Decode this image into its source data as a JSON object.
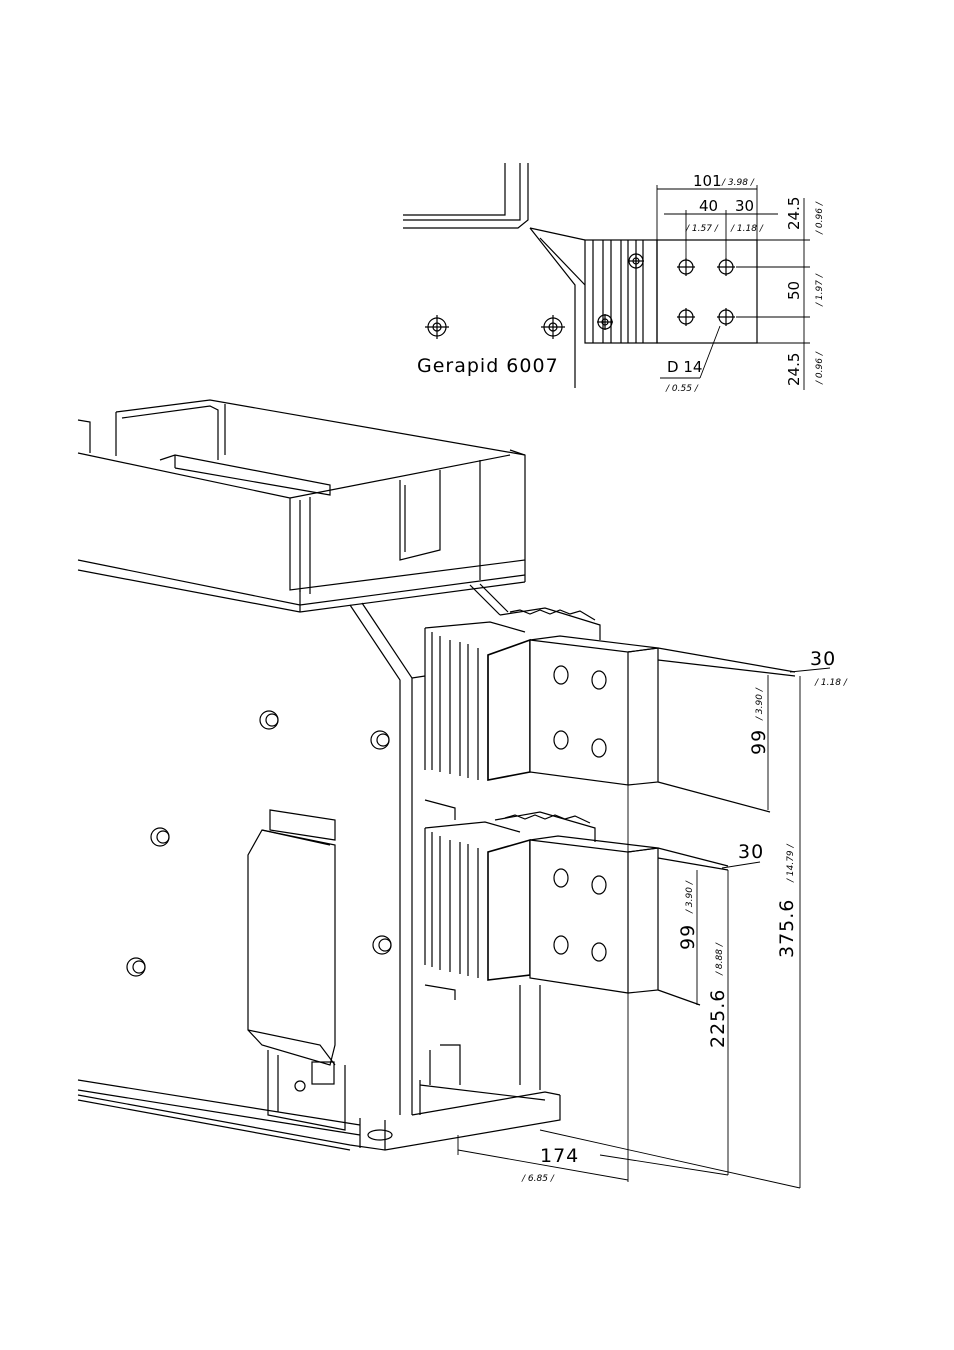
{
  "product_label": "Gerapid 6007",
  "hole_label": "D 14",
  "hole_label_inch": "/ 0.55 /",
  "top_view_dims": {
    "width_total": "101",
    "width_total_inch": "/ 3.98 /",
    "pitch_a": "40",
    "pitch_a_inch": "/ 1.57 /",
    "pitch_b": "30",
    "pitch_b_inch": "/ 1.18 /",
    "edge_top": "24.5",
    "edge_top_inch": "/ 0.96 /",
    "hole_pitch": "50",
    "hole_pitch_inch": "/ 1.97 /",
    "edge_bottom": "24.5",
    "edge_bottom_inch": "/ 0.96 /"
  },
  "iso_dims": {
    "upper_thickness": "30",
    "upper_thickness_inch": "/ 1.18 /",
    "upper_height": "99",
    "upper_height_inch": "/ 3.90 /",
    "lower_thickness": "30",
    "lower_height": "99",
    "lower_height_inch": "/ 3.90 /",
    "lower_pos": "225.6",
    "lower_pos_inch": "/ 8.88 /",
    "upper_pos": "375.6",
    "upper_pos_inch": "/ 14.79 /",
    "depth": "174",
    "depth_inch": "/ 6.85 /"
  }
}
